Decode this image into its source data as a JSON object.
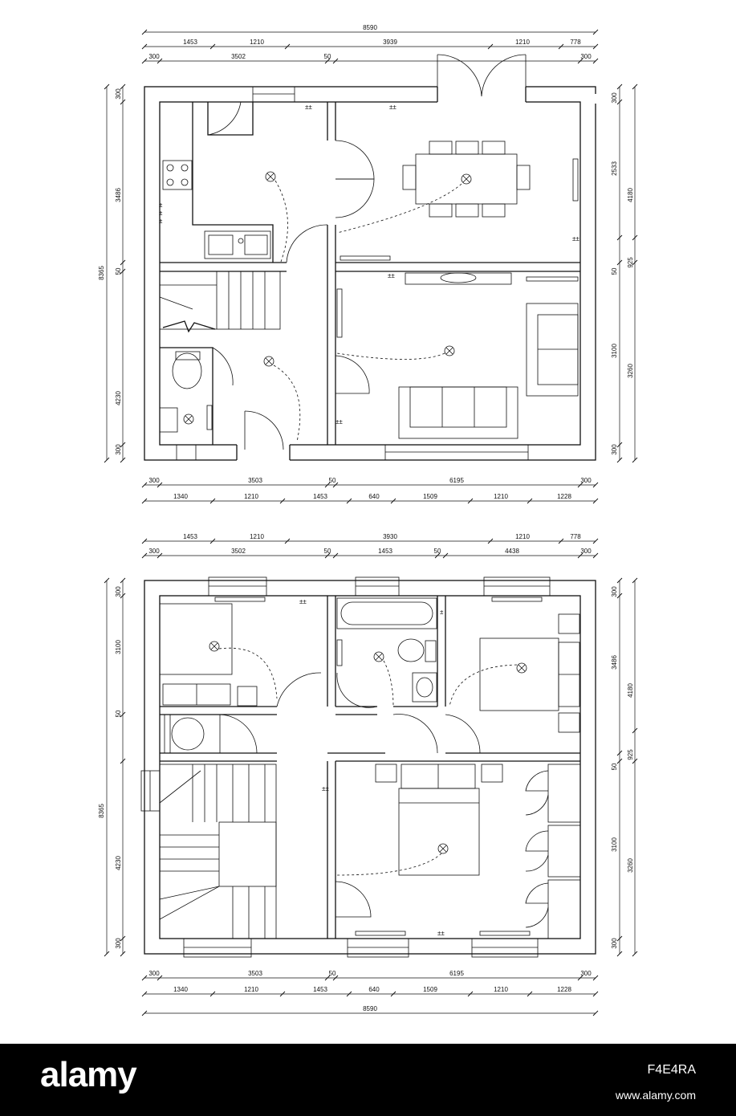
{
  "dimensions": {
    "overall_width": "8590",
    "overall_depth": "8365",
    "top_ground_row1": [
      "1453",
      "1210",
      "3939",
      "1210",
      "778"
    ],
    "top_ground_row2": [
      "300",
      "3502",
      "50",
      "300"
    ],
    "top_first_row1": [
      "1453",
      "1210",
      "3930",
      "1210",
      "778"
    ],
    "top_first_row2": [
      "300",
      "3502",
      "50",
      "1453",
      "50",
      "4438",
      "300"
    ],
    "bottom_row1": [
      "300",
      "3503",
      "50",
      "6195",
      "300"
    ],
    "bottom_row2": [
      "1340",
      "1210",
      "1453",
      "640",
      "1509",
      "1210",
      "1228"
    ],
    "left_ground": [
      "300",
      "3486",
      "50",
      "4230",
      "300"
    ],
    "left_first": [
      "300",
      "3100",
      "50",
      "4230",
      "300"
    ],
    "right_inner_ground": [
      "300",
      "2533",
      "50",
      "3100",
      "300"
    ],
    "right_outer": [
      "4180",
      "925",
      "3260"
    ],
    "right_inner_first": [
      "300",
      "3486",
      "50",
      "3100",
      "300"
    ]
  },
  "footer": {
    "brand": "alamy",
    "image_id": "F4E4RA",
    "site": "www.alamy.com",
    "background": "#000000",
    "text_color": "#ffffff"
  }
}
